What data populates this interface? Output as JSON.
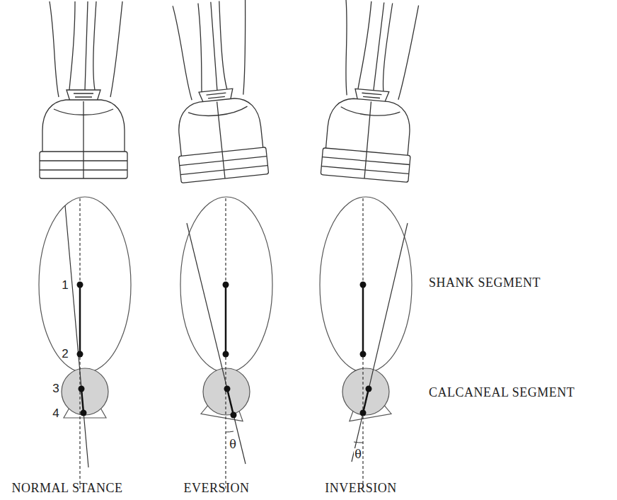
{
  "diagram": {
    "labels": [
      "1",
      "2",
      "3",
      "4",
      "θ",
      "θ",
      "SHANK SEGMENT",
      "CALCANEAL SEGMENT",
      "NORMAL STANCE",
      "EVERSION",
      "INVERSION"
    ]
  }
}
